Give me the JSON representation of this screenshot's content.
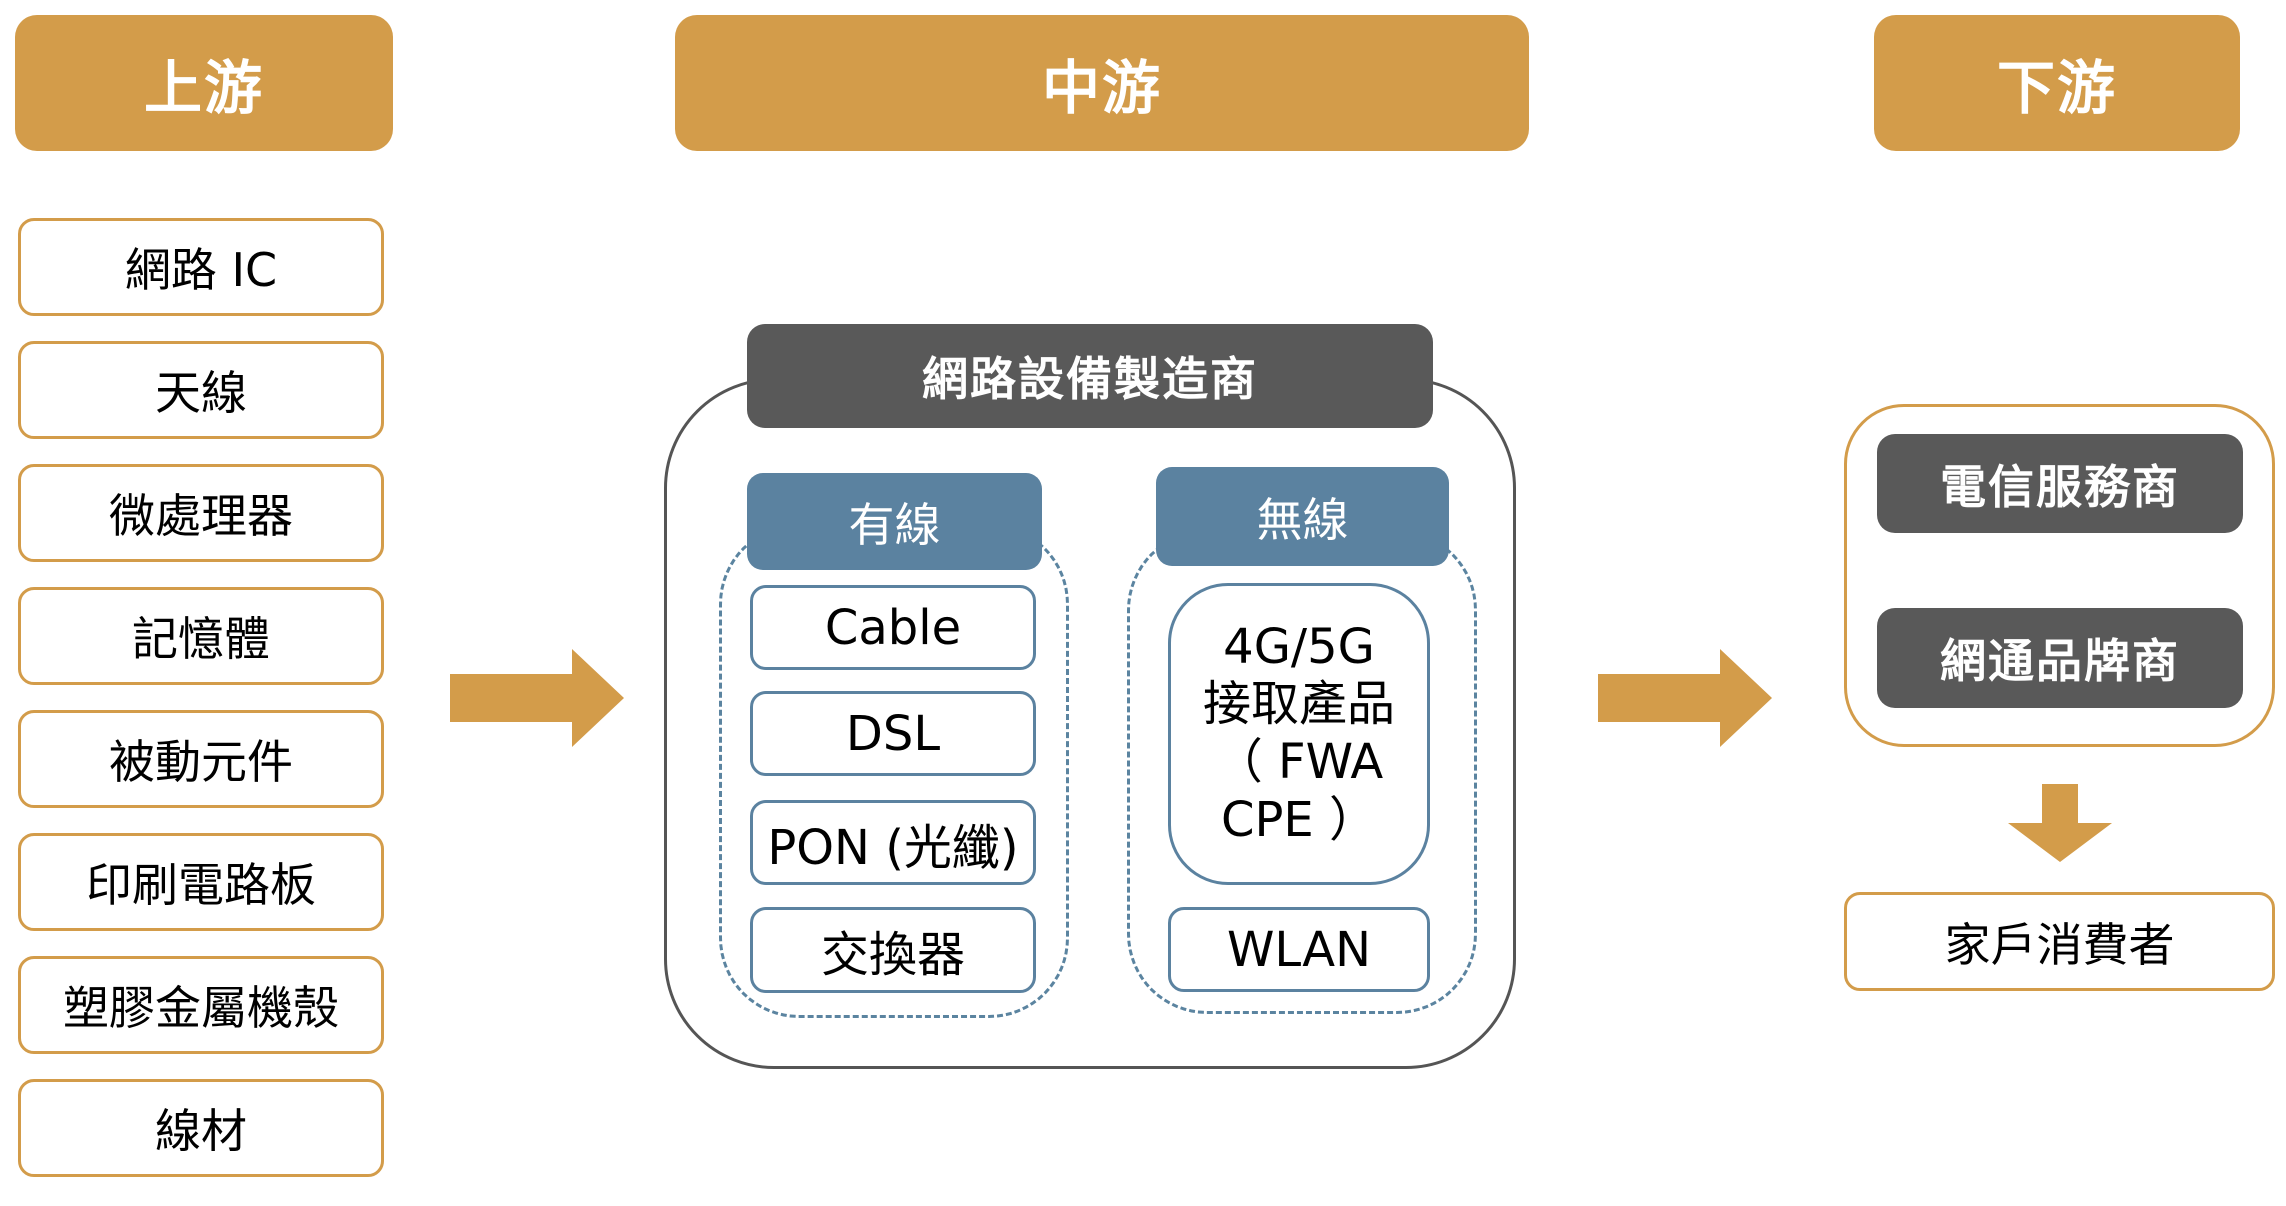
{
  "colors": {
    "stage_header": "#D39C4A",
    "dark_header": "#595959",
    "category_header": "#5B82A0",
    "item_border_gold": "#D39C4A",
    "item_border_blue": "#5B82A0",
    "arrow": "#D39C4A"
  },
  "stages": {
    "upstream": "上游",
    "midstream": "中游",
    "downstream": "下游"
  },
  "upstream_items": [
    "網路 IC",
    "天線",
    "微處理器",
    "記憶體",
    "被動元件",
    "印刷電路板",
    "塑膠金屬機殼",
    "線材"
  ],
  "midstream": {
    "title": "網路設備製造商",
    "wired": {
      "label": "有線",
      "items": [
        "Cable",
        "DSL",
        "PON (光纖)",
        "交換器"
      ]
    },
    "wireless": {
      "label": "無線",
      "items": [
        {
          "lines": [
            "4G/5G",
            "接取產品",
            "（ FWA",
            "CPE ）"
          ]
        },
        {
          "lines": [
            "WLAN"
          ]
        }
      ]
    }
  },
  "downstream": {
    "providers": [
      "電信服務商",
      "網通品牌商"
    ],
    "end_user": "家戶消費者"
  },
  "icons": {
    "flow_arrow_1": "arrow-right-icon",
    "flow_arrow_2": "arrow-right-icon",
    "flow_arrow_3": "arrow-down-icon"
  }
}
